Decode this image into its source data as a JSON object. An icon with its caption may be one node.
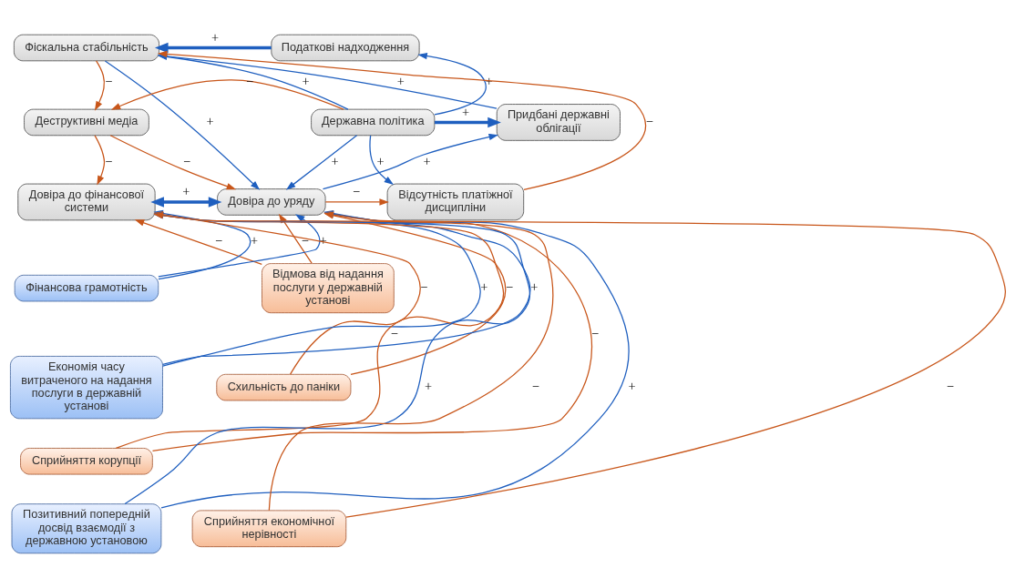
{
  "diagram": {
    "nodes": [
      {
        "text": [
          "Фіскальна стабільність"
        ]
      },
      {
        "text": [
          "Податкові надходження"
        ]
      },
      {
        "text": [
          "Деструктивні медіа"
        ]
      },
      {
        "text": [
          "Державна політика"
        ]
      },
      {
        "text": [
          "Придбані державні облігації"
        ]
      },
      {
        "text": [
          "Довіра до фінансової системи"
        ]
      },
      {
        "text": [
          "Довіра до уряду"
        ]
      },
      {
        "text": [
          "Відсутність платіжної дисципліни"
        ]
      },
      {
        "text": [
          "Відмова від надання послуги у державній установі"
        ]
      },
      {
        "text": [
          "Фінансова грамотність"
        ]
      },
      {
        "text": [
          "Схильність до паніки"
        ]
      },
      {
        "text": [
          "Економія часу витраченого на надання послуги в державній установі"
        ]
      },
      {
        "text": [
          "Сприйняття корупції"
        ]
      },
      {
        "text": [
          "Позитивний попередній досвід взаємодії з державною установою"
        ]
      },
      {
        "text": [
          "Сприйняття економічної нерівності"
        ]
      }
    ],
    "edges": [
      {
        "from": 1,
        "to": 0,
        "arrow": "to",
        "label": "+",
        "style": "thick"
      },
      {
        "from": 0,
        "to": 2,
        "arrow": "to",
        "label": "−",
        "color": "#c8561a"
      },
      {
        "from": 0,
        "to": 6,
        "arrow": "to",
        "label": "+"
      },
      {
        "from": 3,
        "to": 2,
        "arrow": "to",
        "label": "−",
        "color": "#c8561a"
      },
      {
        "from": 3,
        "to": 0,
        "arrow": "to",
        "label": "+"
      },
      {
        "from": 4,
        "to": 0,
        "arrow": "to",
        "label": "+"
      },
      {
        "from": 3,
        "to": 1,
        "arrow": "to",
        "label": "+"
      },
      {
        "from": 3,
        "to": 6,
        "arrow": "to",
        "label": "+"
      },
      {
        "from": 3,
        "to": 4,
        "arrow": "to",
        "label": "+",
        "style": "thick"
      },
      {
        "from": 6,
        "to": 4,
        "arrow": "to",
        "label": "+"
      },
      {
        "from": 3,
        "to": 7,
        "arrow": "to",
        "label": "+"
      },
      {
        "from": 7,
        "to": 0,
        "arrow": "to",
        "label": "−",
        "color": "#c8561a"
      },
      {
        "from": 2,
        "to": 6,
        "arrow": "to",
        "label": "−",
        "color": "#c8561a"
      },
      {
        "from": 2,
        "to": 5,
        "arrow": "to",
        "label": "−",
        "color": "#c8561a"
      },
      {
        "from": 5,
        "to": 6,
        "arrow": "both",
        "label": "+",
        "style": "thick"
      },
      {
        "from": 6,
        "to": 7,
        "arrow": "to",
        "label": "−",
        "color": "#c8561a"
      },
      {
        "from": 8,
        "to": 6,
        "arrow": "to",
        "label": "−",
        "color": "#c8561a"
      },
      {
        "from": 8,
        "to": 5,
        "arrow": "to",
        "label": "−",
        "color": "#c8561a"
      },
      {
        "from": 9,
        "to": 5,
        "arrow": "to",
        "label": "+"
      },
      {
        "from": 9,
        "to": 6,
        "arrow": "to",
        "label": "+"
      },
      {
        "from": 10,
        "to": 6,
        "arrow": "to",
        "label": "−",
        "color": "#c8561a"
      },
      {
        "from": 10,
        "to": 5,
        "arrow": "to",
        "label": "−",
        "color": "#c8561a"
      },
      {
        "from": 11,
        "to": 5,
        "arrow": "to",
        "label": "+"
      },
      {
        "from": 11,
        "to": 6,
        "arrow": "to",
        "label": "+"
      },
      {
        "from": 12,
        "to": 6,
        "arrow": "to",
        "label": "−",
        "color": "#c8561a"
      },
      {
        "from": 12,
        "to": 5,
        "arrow": "to",
        "label": "−",
        "color": "#c8561a"
      },
      {
        "from": 13,
        "to": 5,
        "arrow": "to",
        "label": "+"
      },
      {
        "from": 13,
        "to": 6,
        "arrow": "to",
        "label": "+"
      },
      {
        "from": 14,
        "to": 6,
        "arrow": "to",
        "label": "−",
        "color": "#c8561a"
      },
      {
        "from": 14,
        "to": 5,
        "arrow": "to",
        "label": "−",
        "color": "#c8561a"
      }
    ]
  }
}
